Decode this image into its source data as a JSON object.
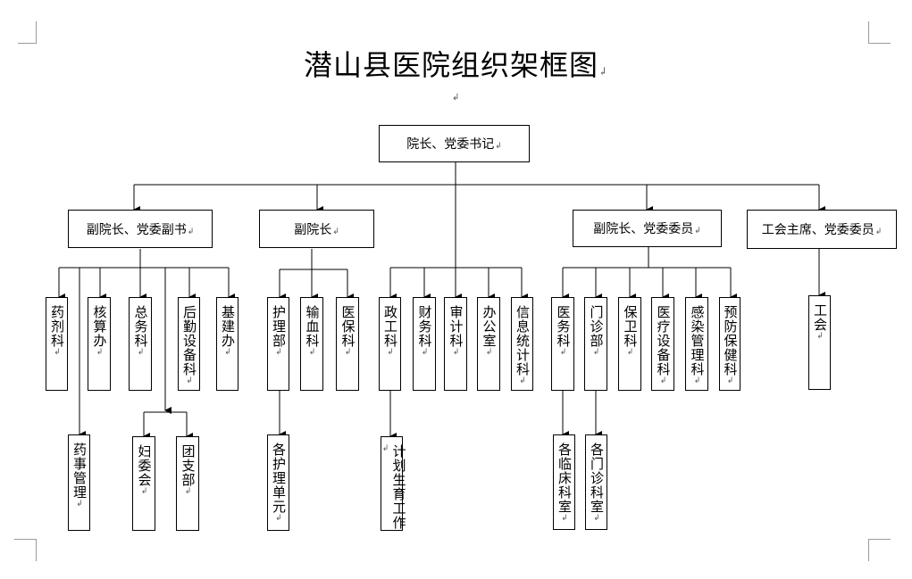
{
  "document": {
    "title": "潜山县医院组织架框图"
  },
  "org": {
    "root": "院长、党委书记",
    "level1": [
      "副院长、党委副书",
      "副院长",
      "副院长、党委委员",
      "工会主席、党委委员"
    ],
    "group1": [
      "药剂科",
      "核算办",
      "总务科",
      "后勤设备科",
      "基建办"
    ],
    "group1_sub": [
      "药事管理",
      "妇委会",
      "团支部"
    ],
    "group2": [
      "护理部",
      "输血科",
      "医保科"
    ],
    "group2_sub": [
      "各护理单元"
    ],
    "group3": [
      "政工科",
      "财务科",
      "审计科",
      "办公室",
      "信息统计科"
    ],
    "group3_sub": [
      "计划生育工作"
    ],
    "group4": [
      "医务科",
      "门诊部",
      "保卫科",
      "医疗设备科",
      "感染管理科",
      "预防保健科"
    ],
    "group4_sub": [
      "各临床科室",
      "各门诊科室"
    ],
    "group5": [
      "工会"
    ]
  }
}
